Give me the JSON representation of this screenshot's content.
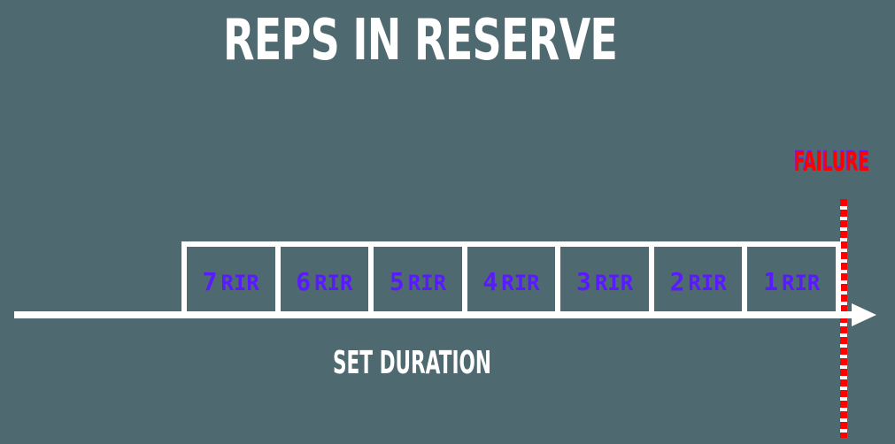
{
  "title": "REPS IN RESERVE",
  "failure_label": "FAILURE",
  "x_axis_label": "SET DURATION",
  "colors": {
    "background": "#4f6971",
    "foreground": "#ffffff",
    "failure": "#ff0000",
    "box_text": "#5a1aff"
  },
  "boxes": [
    {
      "num": "7",
      "unit": "RIR"
    },
    {
      "num": "6",
      "unit": "RIR"
    },
    {
      "num": "5",
      "unit": "RIR"
    },
    {
      "num": "4",
      "unit": "RIR"
    },
    {
      "num": "3",
      "unit": "RIR"
    },
    {
      "num": "2",
      "unit": "RIR"
    },
    {
      "num": "1",
      "unit": "RIR"
    }
  ]
}
